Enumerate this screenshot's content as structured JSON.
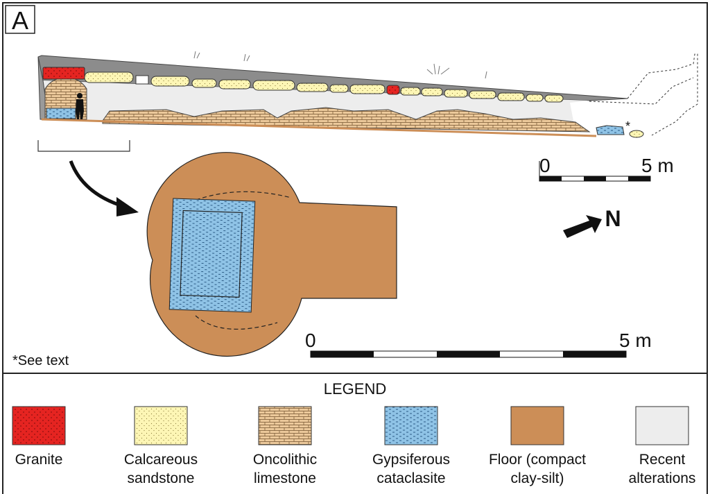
{
  "panel_label": "A",
  "scale_section": {
    "start": "0",
    "end": "5 m"
  },
  "scale_plan": {
    "start": "0",
    "end": "5 m"
  },
  "north_label": "N",
  "marker_asterisk": "*",
  "footnote": "*See text",
  "legend": {
    "title": "LEGEND",
    "items": [
      {
        "line1": "Granite",
        "line2": "",
        "pattern": "granite",
        "color": "#e52421"
      },
      {
        "line1": "Calcareous",
        "line2": "sandstone",
        "pattern": "sandstone",
        "color": "#fdf6b5"
      },
      {
        "line1": "Oncolithic",
        "line2": "limestone",
        "pattern": "limestone",
        "color": "#ecc99b"
      },
      {
        "line1": "Gypsiferous",
        "line2": "cataclasite",
        "pattern": "gypsum",
        "color": "#8fc3e6"
      },
      {
        "line1": "Floor (compact",
        "line2": "clay-silt)",
        "pattern": "floor",
        "color": "#cc8e57"
      },
      {
        "line1": "Recent",
        "line2": "alterations",
        "pattern": "recent",
        "color": "#ededed"
      }
    ]
  }
}
